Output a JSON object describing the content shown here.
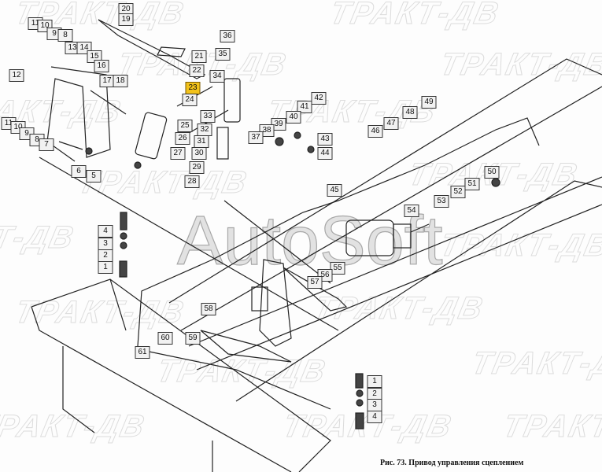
{
  "watermark": {
    "brand": "ТРАКТ-ДВ",
    "center": "AutoSoft"
  },
  "caption": "Рис. 73. Привод управления сцеплением",
  "callouts": [
    "20",
    "19",
    "11",
    "10",
    "9",
    "8",
    "13",
    "14",
    "15",
    "16",
    "12",
    "17",
    "18",
    "21",
    "22",
    "23",
    "24",
    "11",
    "10",
    "9",
    "8",
    "7",
    "6",
    "5",
    "36",
    "35",
    "34",
    "33",
    "32",
    "31",
    "30",
    "29",
    "28",
    "25",
    "26",
    "27",
    "42",
    "41",
    "40",
    "39",
    "38",
    "37",
    "43",
    "44",
    "46",
    "47",
    "48",
    "49",
    "45",
    "50",
    "51",
    "52",
    "53",
    "54",
    "55",
    "56",
    "57",
    "58",
    "59",
    "60",
    "61",
    "4",
    "3",
    "2",
    "1",
    "1",
    "2",
    "3",
    "4"
  ],
  "highlighted_callout": "23",
  "colors": {
    "line": "#222222",
    "highlight": "#f2c21b",
    "callout_bg": "#f2f2f2"
  }
}
